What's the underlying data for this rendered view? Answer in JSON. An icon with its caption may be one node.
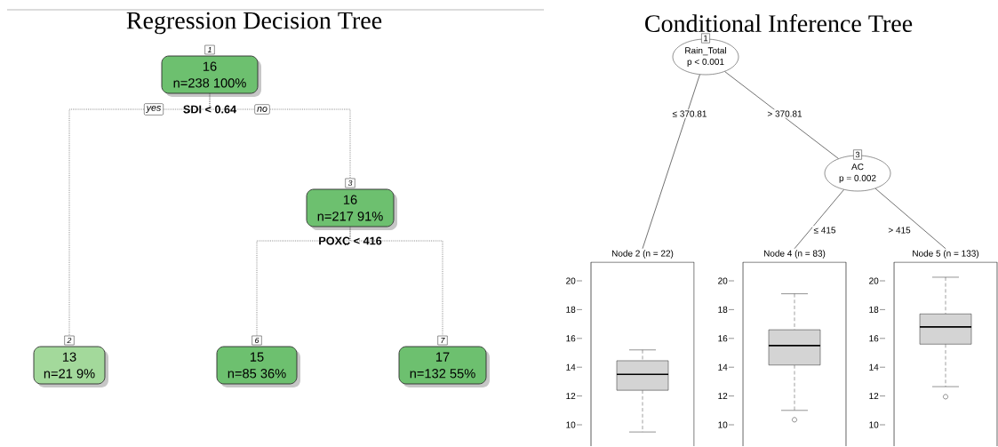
{
  "diagram": {
    "nodes": [
      {
        "text": [
          "1",
          "16",
          "n=238 100%"
        ],
        "beside": [
          "SDI < 0.64"
        ]
      },
      {
        "text": [
          "3",
          "16",
          "n=217 91%"
        ],
        "beside": [
          "POXC < 416"
        ]
      },
      {
        "text": [
          "2",
          "13",
          "n=21 9%"
        ]
      },
      {
        "text": [
          "6",
          "15",
          "n=85 36%"
        ]
      },
      {
        "text": [
          "7",
          "17",
          "n=132 55%"
        ]
      },
      {
        "text": [
          "1",
          "Rain_Total",
          "p < 0.001"
        ]
      },
      {
        "text": [
          "3",
          "AC",
          "p = 0.002"
        ]
      },
      {
        "text": [
          "Node 2 (n = 22)"
        ]
      },
      {
        "text": [
          "Node 4 (n = 83)"
        ]
      },
      {
        "text": [
          "Node 5 (n = 133)"
        ]
      }
    ],
    "edges": [
      {
        "from": 0,
        "to": 2,
        "arrow": "none",
        "label": "yes",
        "style": "dashed"
      },
      {
        "from": 0,
        "to": 1,
        "arrow": "none",
        "label": "no",
        "style": "dashed"
      },
      {
        "from": 1,
        "to": 3,
        "arrow": "none",
        "style": "dashed"
      },
      {
        "from": 1,
        "to": 4,
        "arrow": "none",
        "style": "dashed"
      },
      {
        "from": 5,
        "to": 7,
        "arrow": "none",
        "label": "≤ 370.81"
      },
      {
        "from": 5,
        "to": 6,
        "arrow": "none",
        "label": "> 370.81"
      },
      {
        "from": 6,
        "to": 8,
        "arrow": "none",
        "label": "≤ 415"
      },
      {
        "from": 6,
        "to": 9,
        "arrow": "none",
        "label": "> 415"
      }
    ],
    "labels": [
      "Regression Decision Tree",
      "Conditional Inference Tree",
      "20",
      "18",
      "16",
      "14",
      "12",
      "10",
      "20",
      "18",
      "16",
      "14",
      "12",
      "10",
      "20",
      "18",
      "16",
      "14",
      "12",
      "10"
    ]
  }
}
